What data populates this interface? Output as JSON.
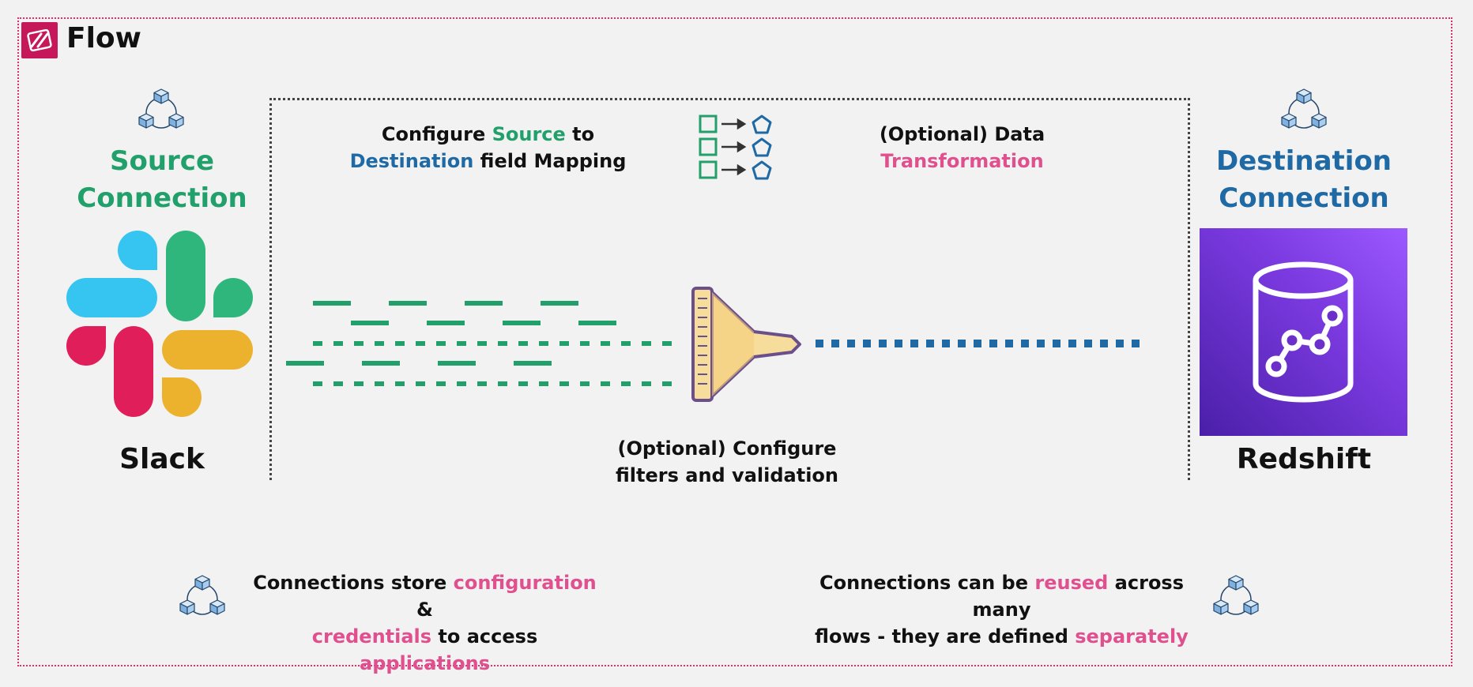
{
  "header": {
    "title": "Flow",
    "badge_icon": "appflow-icon"
  },
  "source": {
    "title_line1": "Source",
    "title_line2": "Connection",
    "app_name": "Slack",
    "icon": "connection-cubes-icon",
    "logo": "slack-logo"
  },
  "destination": {
    "title_line1": "Destination",
    "title_line2": "Connection",
    "app_name": "Redshift",
    "icon": "connection-cubes-icon",
    "logo": "redshift-icon"
  },
  "mapping": {
    "part1": "Configure ",
    "part2": "Source",
    "part3": " to",
    "part4": "Destination",
    "part5": " field Mapping",
    "icon": "field-mapping-icon"
  },
  "transformation": {
    "line1": "(Optional) Data",
    "line2": "Transformation"
  },
  "filters": {
    "line1": "(Optional) Configure",
    "line2": "filters and validation",
    "icon": "funnel-filter-icon"
  },
  "note_left": {
    "p1": "Connections store ",
    "p2": "configuration",
    "p3": " &",
    "p4": "credentials",
    "p5": " to access ",
    "p6": "applications"
  },
  "note_right": {
    "p1": "Connections can be ",
    "p2": "reused",
    "p3": " across many",
    "p4": "flows - they are defined ",
    "p5": "separately"
  },
  "colors": {
    "green": "#22a06b",
    "blue": "#1f6aa5",
    "pink": "#e0508f",
    "frame": "#d6336c"
  }
}
